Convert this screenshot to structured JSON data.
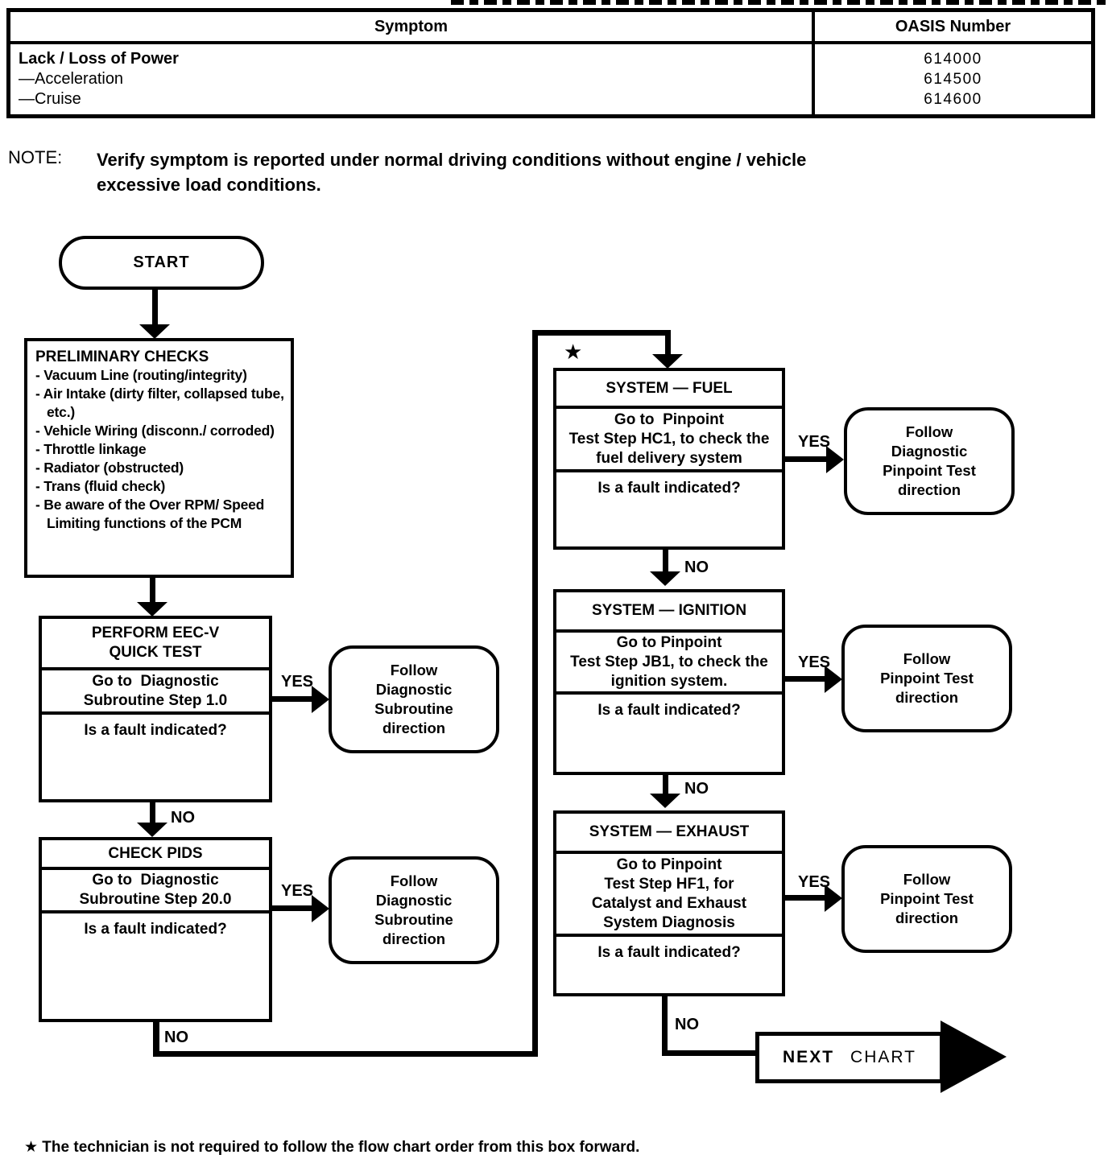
{
  "table": {
    "headers": [
      "Symptom",
      "OASIS Number"
    ],
    "rows": [
      {
        "symptom": "Lack / Loss of Power",
        "oasis": "614000"
      },
      {
        "symptom": "—Acceleration",
        "oasis": "614500"
      },
      {
        "symptom": "—Cruise",
        "oasis": "614600"
      }
    ]
  },
  "note": {
    "label": "NOTE:",
    "lines": [
      "Verify symptom is reported under normal driving conditions without engine / vehicle",
      "excessive load conditions."
    ]
  },
  "flowchart": {
    "start_label": "START",
    "labels": {
      "yes": "YES",
      "no": "NO"
    },
    "star": "★",
    "preliminary": {
      "title": "PRELIMINARY CHECKS",
      "items": [
        "- Vacuum Line (routing/integrity)",
        "- Air Intake (dirty filter, collapsed tube, etc.)",
        "- Vehicle Wiring (disconn./ corroded)",
        "- Throttle linkage",
        "- Radiator (obstructed)",
        "- Trans (fluid check)",
        "- Be aware of the Over RPM/ Speed Limiting functions of the PCM"
      ]
    },
    "quick_test": {
      "title_lines": [
        "PERFORM EEC-V",
        "QUICK TEST"
      ],
      "action_lines": [
        "Go to  Diagnostic",
        "Subroutine Step 1.0"
      ],
      "question": "Is a fault indicated?"
    },
    "check_pids": {
      "title": "CHECK PIDS",
      "action_lines": [
        "Go to  Diagnostic",
        "Subroutine Step 20.0"
      ],
      "question": "Is a fault indicated?"
    },
    "fuel": {
      "title": "SYSTEM — FUEL",
      "action_lines": [
        "Go to  Pinpoint",
        "Test Step HC1, to check the",
        "fuel delivery system"
      ],
      "question": "Is a fault indicated?"
    },
    "ignition": {
      "title": "SYSTEM — IGNITION",
      "action_lines": [
        "Go to Pinpoint",
        "Test Step JB1, to check the",
        "ignition system."
      ],
      "question": "Is a fault indicated?"
    },
    "exhaust": {
      "title": "SYSTEM — EXHAUST",
      "action_lines": [
        "Go to Pinpoint",
        "Test Step HF1, for",
        "Catalyst and Exhaust",
        "System Diagnosis"
      ],
      "question": "Is a fault indicated?"
    },
    "outcomes": {
      "subroutine_a": {
        "lines": [
          "Follow",
          "Diagnostic",
          "Subroutine",
          "direction"
        ]
      },
      "subroutine_b": {
        "lines": [
          "Follow",
          "Diagnostic",
          "Subroutine",
          "direction"
        ]
      },
      "pinpoint_diag": {
        "lines": [
          "Follow",
          "Diagnostic",
          "Pinpoint Test",
          "direction"
        ]
      },
      "pinpoint_a": {
        "lines": [
          "Follow",
          "Pinpoint Test",
          "direction"
        ]
      },
      "pinpoint_b": {
        "lines": [
          "Follow",
          "Pinpoint Test",
          "direction"
        ]
      }
    },
    "next_chart": {
      "word1": "NEXT",
      "word2": "CHART"
    }
  },
  "footnote": "★ The technician is not required to follow the flow chart order from this box forward."
}
